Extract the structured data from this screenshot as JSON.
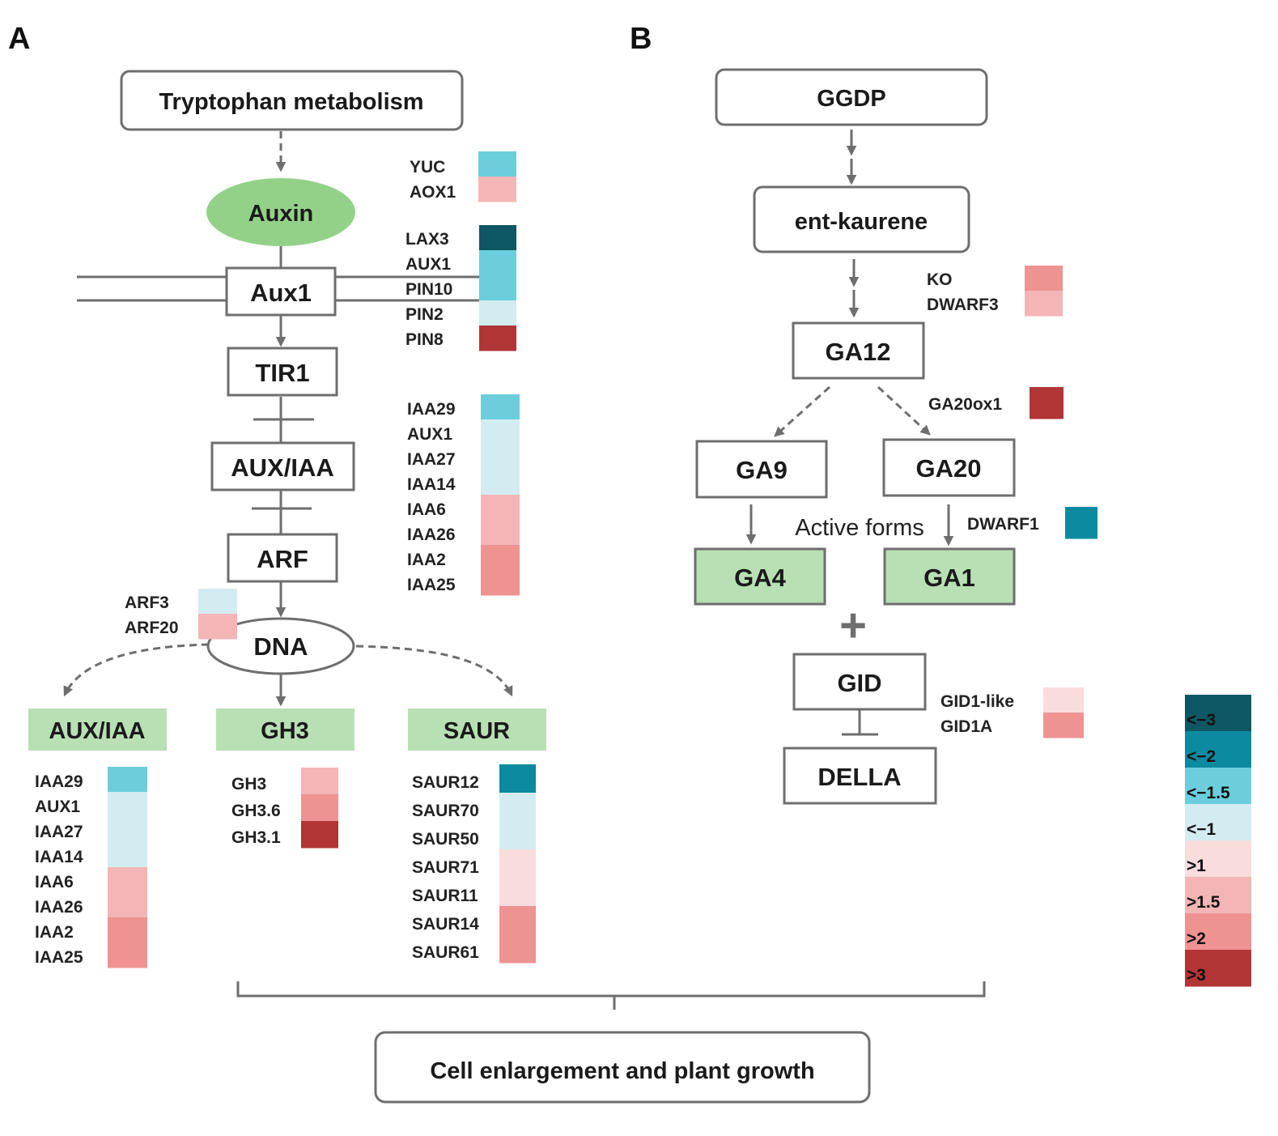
{
  "panels": {
    "a": "A",
    "b": "B"
  },
  "nodes": {
    "tryptophan": "Tryptophan metabolism",
    "auxin": "Auxin",
    "aux1": "Aux1",
    "tir1": "TIR1",
    "auxiaa": "AUX/IAA",
    "arf": "ARF",
    "dna": "DNA",
    "out_auxiaa": "AUX/IAA",
    "out_gh3": "GH3",
    "out_saur": "SAUR",
    "ggdp": "GGDP",
    "entkaurene": "ent-kaurene",
    "ga12": "GA12",
    "ga9": "GA9",
    "ga20": "GA20",
    "ga4": "GA4",
    "ga1": "GA1",
    "gid": "GID",
    "della": "DELLA",
    "active_forms": "Active forms",
    "plus": "+",
    "outcome": "Cell enlargement and plant growth"
  },
  "colors": {
    "lt-3": "#0e5764",
    "lt-2": "#0b8aa0",
    "lt-1.5": "#6ccedc",
    "lt-1": "#d3ecf1",
    "gt1": "#f9dcdc",
    "gt1.5": "#f4b5b6",
    "gt2": "#ef9292",
    "gt3": "#b23536",
    "node_green": "#b8e0b4",
    "auxin_green": "#93d189",
    "line": "#6e6e6e"
  },
  "gene_groups": {
    "yuc": [
      {
        "name": "YUC",
        "level": "lt-1.5"
      },
      {
        "name": "AOX1",
        "level": "gt1.5"
      }
    ],
    "transport": [
      {
        "name": "LAX3",
        "level": "lt-3"
      },
      {
        "name": "AUX1",
        "level": "lt-1.5"
      },
      {
        "name": "PIN10",
        "level": "lt-1.5"
      },
      {
        "name": "PIN2",
        "level": "lt-1"
      },
      {
        "name": "PIN8",
        "level": "gt3"
      }
    ],
    "iaa_top": [
      {
        "name": "IAA29",
        "level": "lt-1.5"
      },
      {
        "name": "AUX1",
        "level": "lt-1"
      },
      {
        "name": "IAA27",
        "level": "lt-1"
      },
      {
        "name": "IAA14",
        "level": "lt-1"
      },
      {
        "name": "IAA6",
        "level": "gt1.5"
      },
      {
        "name": "IAA26",
        "level": "gt1.5"
      },
      {
        "name": "IAA2",
        "level": "gt2"
      },
      {
        "name": "IAA25",
        "level": "gt2"
      }
    ],
    "arf": [
      {
        "name": "ARF3",
        "level": "lt-1"
      },
      {
        "name": "ARF20",
        "level": "gt1.5"
      }
    ],
    "iaa_bottom": [
      {
        "name": "IAA29",
        "level": "lt-1.5"
      },
      {
        "name": "AUX1",
        "level": "lt-1"
      },
      {
        "name": "IAA27",
        "level": "lt-1"
      },
      {
        "name": "IAA14",
        "level": "lt-1"
      },
      {
        "name": "IAA6",
        "level": "gt1.5"
      },
      {
        "name": "IAA26",
        "level": "gt1.5"
      },
      {
        "name": "IAA2",
        "level": "gt2"
      },
      {
        "name": "IAA25",
        "level": "gt2"
      }
    ],
    "gh3": [
      {
        "name": "GH3",
        "level": "gt1.5"
      },
      {
        "name": "GH3.6",
        "level": "gt2"
      },
      {
        "name": "GH3.1",
        "level": "gt3"
      }
    ],
    "saur": [
      {
        "name": "SAUR12",
        "level": "lt-2"
      },
      {
        "name": "SAUR70",
        "level": "lt-1"
      },
      {
        "name": "SAUR50",
        "level": "lt-1"
      },
      {
        "name": "SAUR71",
        "level": "gt1"
      },
      {
        "name": "SAUR11",
        "level": "gt1"
      },
      {
        "name": "SAUR14",
        "level": "gt2"
      },
      {
        "name": "SAUR61",
        "level": "gt2"
      }
    ],
    "ko": [
      {
        "name": "KO",
        "level": "gt2"
      },
      {
        "name": "DWARF3",
        "level": "gt1.5"
      }
    ],
    "ga20ox": [
      {
        "name": "GA20ox1",
        "level": "gt3"
      }
    ],
    "dwarf1": [
      {
        "name": "DWARF1",
        "level": "lt-2"
      }
    ],
    "gid": [
      {
        "name": "GID1-like",
        "level": "gt1"
      },
      {
        "name": "GID1A",
        "level": "gt2"
      }
    ]
  },
  "legend": [
    {
      "label": "<−3",
      "level": "lt-3"
    },
    {
      "label": "<−2",
      "level": "lt-2"
    },
    {
      "label": "<−1.5",
      "level": "lt-1.5"
    },
    {
      "label": "<−1",
      "level": "lt-1"
    },
    {
      "label": ">1",
      "level": "gt1"
    },
    {
      "label": ">1.5",
      "level": "gt1.5"
    },
    {
      "label": ">2",
      "level": "gt2"
    },
    {
      "label": ">3",
      "level": "gt3"
    }
  ]
}
